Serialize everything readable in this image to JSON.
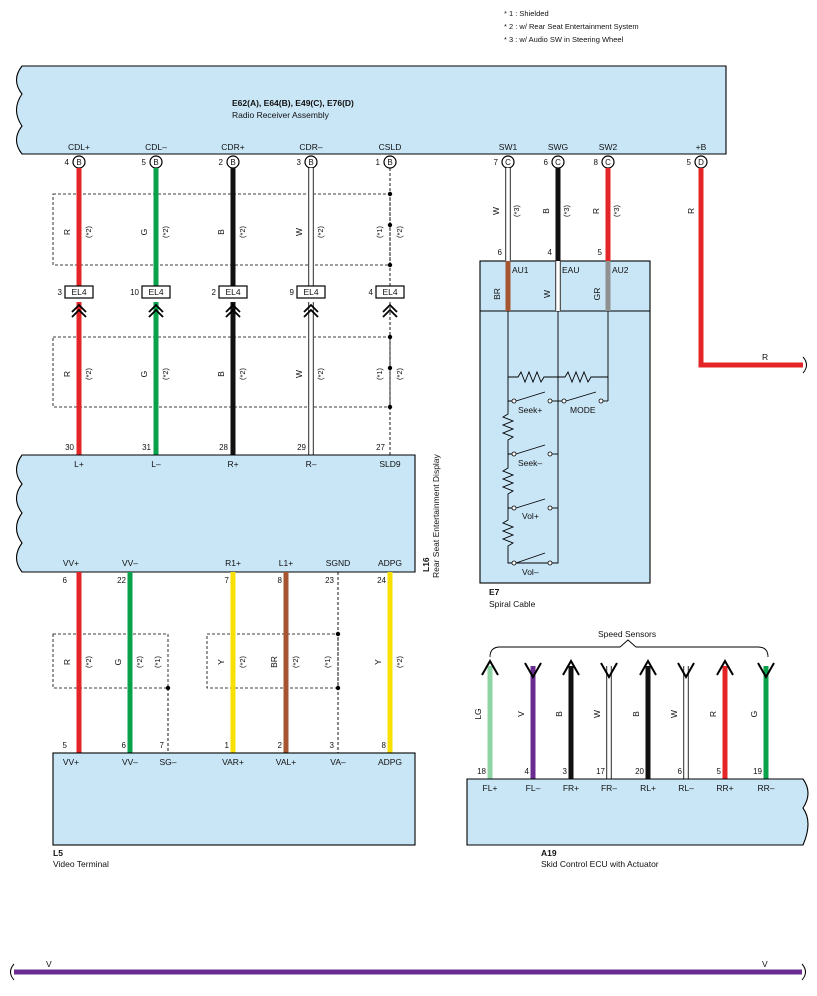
{
  "notes": [
    "* 1 : Shielded",
    "* 2 : w/ Rear Seat Entertainment System",
    "* 3 : w/ Audio SW in Steering Wheel"
  ],
  "radio": {
    "title": "E62(A), E64(B), E49(C), E76(D)",
    "subtitle": "Radio Receiver Assembly",
    "terminals": [
      {
        "name": "CDL+",
        "pin": "4",
        "conn": "B"
      },
      {
        "name": "CDL–",
        "pin": "5",
        "conn": "B"
      },
      {
        "name": "CDR+",
        "pin": "2",
        "conn": "B"
      },
      {
        "name": "CDR–",
        "pin": "3",
        "conn": "B"
      },
      {
        "name": "CSLD",
        "pin": "1",
        "conn": "B"
      },
      {
        "name": "SW1",
        "pin": "7",
        "conn": "C"
      },
      {
        "name": "SWG",
        "pin": "6",
        "conn": "C"
      },
      {
        "name": "SW2",
        "pin": "8",
        "conn": "C"
      },
      {
        "name": "+B",
        "pin": "5",
        "conn": "D"
      }
    ]
  },
  "el4": {
    "label": "EL4",
    "pins": [
      "3",
      "10",
      "2",
      "9",
      "4"
    ],
    "upper_wires": [
      "R",
      "G",
      "B",
      "W",
      ""
    ],
    "lower_wires": [
      "R",
      "G",
      "B",
      "W",
      ""
    ],
    "note2": "(*2)",
    "note1": "(*1)"
  },
  "sw_wires": {
    "colors": [
      "W",
      "B",
      "R"
    ],
    "note": "(*3)",
    "pins": [
      "6",
      "4",
      "5"
    ]
  },
  "plus_b": {
    "wire_top": "R",
    "wire_right": "R"
  },
  "spiral": {
    "id": "E7",
    "name": "Spiral Cable",
    "terminals": [
      "AU1",
      "EAU",
      "AU2"
    ],
    "wires": [
      "BR",
      "W",
      "GR"
    ],
    "switches": [
      "Seek+",
      "MODE",
      "Seek–",
      "Vol+",
      "Vol–"
    ]
  },
  "rear": {
    "id": "L16",
    "name": "Rear Seat Entertainment Display",
    "top_pins": [
      "30",
      "31",
      "28",
      "29",
      "27"
    ],
    "top_terms": [
      "L+",
      "L–",
      "R+",
      "R–",
      "SLD9"
    ],
    "bottom_terms": [
      "VV+",
      "VV–",
      "R1+",
      "L1+",
      "SGND",
      "ADPG"
    ],
    "bottom_pins": [
      "6",
      "22",
      "7",
      "8",
      "23",
      "24"
    ]
  },
  "video_wires": {
    "colors": [
      "R",
      "G",
      "Y",
      "BR",
      "Y"
    ],
    "note2": "(*2)",
    "note1": "(*1)"
  },
  "video": {
    "id": "L5",
    "name": "Video Terminal",
    "pins": [
      "5",
      "6",
      "7",
      "1",
      "2",
      "3",
      "8"
    ],
    "terms": [
      "VV+",
      "VV–",
      "SG–",
      "VAR+",
      "VAL+",
      "VA–",
      "ADPG"
    ]
  },
  "speed": {
    "title": "Speed Sensors",
    "wires": [
      "LG",
      "V",
      "B",
      "W",
      "B",
      "W",
      "R",
      "G"
    ],
    "pins": [
      "18",
      "4",
      "3",
      "17",
      "20",
      "6",
      "5",
      "19"
    ],
    "terms": [
      "FL+",
      "FL–",
      "FR+",
      "FR–",
      "RL+",
      "RL–",
      "RR+",
      "RR–"
    ]
  },
  "skid": {
    "id": "A19",
    "name": "Skid Control ECU with Actuator"
  },
  "bottom_line": {
    "left": "V",
    "right": "V"
  },
  "colors": {
    "R": "#e42527",
    "G": "#0aa14b",
    "B": "#111111",
    "W": "#ffffff",
    "Y": "#f8e000",
    "BR": "#a5552f",
    "GR": "#909090",
    "LG": "#8fd4a4",
    "V": "#6b2c91",
    "box": "#c9e6f7"
  }
}
